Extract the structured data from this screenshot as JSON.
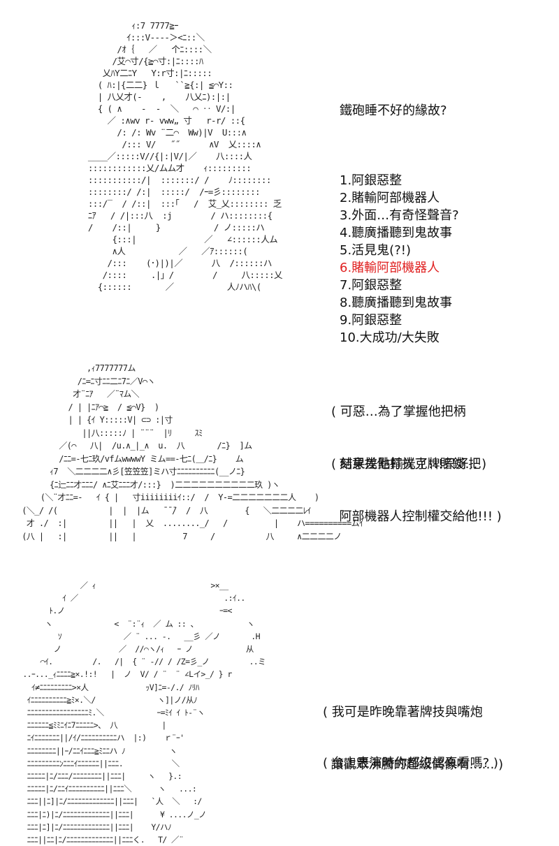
{
  "panel1": {
    "art": [
      "           ｨ:7 7777≧ｰ",
      "          ｲ:::V‐‐‐‐＞<ﾆ::＼",
      "        /ｵ｛   ／   个ﾆ::::＼",
      "       /艾⌒寸/{≧⌒寸:|ﾆ::::ﾊ",
      "     乂ﾊY二ﾆY   Y:r寸:|ﾆ:::::",
      "    ( ﾊ:|{二二} ｌ   ``≧{:| ≦⌒Y::",
      "    | 八乂才(-    ,    八乂ﾆ):|:|",
      "    { ( ∧    -  -  ＼   ⌒ ‥ V/:|",
      "      ／ :∧wv r‐ vww„ 寸   r‐r/ ::{",
      "        /: /: Wv ¨二⌒  Ww)|V  U:::∧",
      "         /::: V/   ˝˝      ∧V  乂::::∧",
      "  ____／:::::V//{|:|V/|／    八::::人",
      "  ::::::::::::乂/ムム才    ｨ:::::::::",
      "  :::::::::::/|  :::::::/ /    ﾉ::::::::",
      "  ::::::::/ /:|  :::::/  /ｰ=彡::::::::",
      "  :::/‾  / /::|  :::｢   /  艾_乂:::::::: 乏",
      "  ﾆｱ   / /|:::八  :j        / ハ::::::::{",
      "  /    /::|     }           / ノ:::::ハ",
      "       {:::|              ／   ∠::::::人ム",
      "       ∧人           ／   ／ｱ::::::(",
      "      /:::    (･)|)|／      八  /::::::ハ",
      "     /::::     .|」/        /     八:::::乂",
      "    {::::::       ／           人ﾉハﾊ\\("
    ],
    "title": "鐵砲睡不好的緣故?",
    "items": [
      "1.阿銀惡整",
      "2.賭輸阿部機器人",
      "3.外面…有奇怪聲音?",
      "4.聽廣播聽到鬼故事",
      "5.活見鬼(?!)",
      "6.賭輸阿部機器人",
      "7.阿銀惡整",
      "8.聽廣播聽到鬼故事",
      "9.阿銀惡整",
      "10.大成功/大失敗"
    ],
    "highlight_color": "#e02020"
  },
  "panel2": {
    "art": [
      "                ,ｨ7777777ム",
      "              /ﾆ=ﾆ寸ﾆﾆ二ﾆ7ﾆ／V⌒ヽ",
      "             才¨ﾆｱ   ／¨ﾏム＼",
      "            / | |ﾆｱ⌒≧  / ≦⌒V}  )",
      "            | | {ｲ Y:::::V| ⊂⊃ :|寸",
      "               ||八:::::ﾉ | ¨¨¨  |ﾘ     ｽﾐ",
      "          ／(⌒   八|  /u.∧_|_∧  u.  八       /ﾆ}  ]ム",
      "          /ﾆﾆ=‐七ﾆ玖/vfムwwwwY ミム==‐七ﾆ(＿/ﾆ}    ム",
      "        ｨ7  ＼二二二二∧彡[笠笠笠]ミハ寸ﾆﾆﾆﾆﾆﾆﾆﾆﾆﾆ(__ノﾆ}",
      "        {ﾆ辷ﾆﾆ才ﾆﾆﾆ/ ∧ﾆ艾ﾆﾆﾆ才/:::}  )二二二二二二二二二二玖 )ヽ",
      "      (＼¨才ﾆﾆ=-   ｲ { |   寸iiiiiiiiｲ::/  /  Y‐=二二二二二二二人    )",
      "  (＼_/ /(           |  |  |ム   ̄ ̄ ̄/  /  八        {   ＼二二二二ﾚｲ",
      "   才 ./  :|         ||   |  乂  ........_/   /          |    ハ==========ムｲ",
      "  (八 |   :|         ||   |          7     /           八     ∧二二二二ノ"
    ],
    "speech_a": [
      "( 可惡…為了掌握他把柄",
      "  刻意找他打撲克牌賭錢… )"
    ],
    "speech_b": [
      "( 結果差點輸光了!!!只好把",
      "  阿部機器人控制權交給他!!! )"
    ]
  },
  "panel3": {
    "art": [
      "              ／ ｨ                          >×__",
      "          ｲ ／                                 .:ｲ..",
      "       ﾄ.ノ                                   ｰ=<",
      "      ヽ              <  ¨:¨ｨ  ／ ム :: 、           ヽ",
      "         ｿ              ／ ¨ ... ‐.   __彡 ／ノ       .H",
      "        ノ             ／  //⌒ヽ/ｨ   ｰ ノ            从",
      "     ⌒ｲ.         /.   /|  { ¨ ‐// / /Z=彡_ノ         ..ミ",
      " ..ｰ..._ｨﾆﾆﾆﾆ≧×.!:!   |  ノ  V/ / ¨  ¨ ∠Lイ>_/ } r",
      "   ｲ≠ﾆﾆﾆﾆﾆﾆﾆﾆﾆ>×人             ｯV]ﾆ=‐/./ ﾉﾘﾊ",
      "  ｲﾆﾆﾆﾆﾆﾆﾆﾆﾆﾆ≧ﾐ×.＼/              ヽ]|ノ/从ﾉ",
      "  ﾆﾆﾆﾆﾆﾆﾆﾆﾆﾆﾆﾆﾆﾆﾆﾆﾆﾐ.＼            ｰ=ﾐｲ ｲ ﾄ‐¨ヽ",
      "  ﾆﾆﾆﾆﾆﾆ≦ﾐﾐﾆｲﾆ7ﾆﾆﾆﾆﾆ>、 八          |",
      "  ﾆｲﾆﾆﾆﾆﾆﾆﾆ||/ｲ/ﾆﾆﾆﾆﾆﾆﾆﾆﾆﾆハ  |:)    ｒ¨ｰ'",
      "  ﾆﾆﾆﾆﾆﾆﾆﾆ||ｰ/ﾆﾆｲﾆﾆﾆ≧ﾐﾆﾆハ ﾉ          ヽ",
      "  ﾆﾆﾆﾆﾆﾆﾆﾆﾆﾝﾆﾆﾆｲﾆﾆﾆﾆﾆﾆ||ﾆﾆﾆ.           ＼",
      "  ﾆﾆﾆﾆﾆ|ﾆ/ﾆﾆﾆ/ﾆﾆﾆﾆﾆﾆﾆﾆ||ﾆﾆﾆ|     ヽ   }.:",
      "  ﾆﾆﾆﾆﾆ|ﾆ/ﾆﾆｲﾆﾆﾆﾆﾆﾆﾆﾆﾆﾆ||ﾆﾆﾆ＼      ヽ   ...:",
      "  ﾆﾆﾆ||ﾆ]|ﾆ/ﾆﾆﾆﾆﾆﾆﾆﾆﾆﾆﾆﾆﾆ||ﾆﾆﾆ|   `人  ＼   :/",
      "  ﾆﾆﾆ|ﾆ)|ﾆ/ﾆﾆﾆﾆﾆﾆﾆﾆﾆﾆﾆﾆﾆ||ﾆﾆﾆ|      ¥ ....ノ_ノ",
      "  ﾆﾆﾆ|ﾆ]|ﾆ/ﾆﾆﾆﾆﾆﾆﾆﾆﾆﾆﾆﾆﾆ||ﾆﾆﾆ|    Y/ハﾉ",
      "  ﾆﾆﾆ||ﾆﾆ|ﾆ/ﾆﾆﾆﾆﾆﾆﾆﾆﾆﾆﾆﾆﾆ||ﾆﾆﾆく.   T/ ／¨"
    ],
    "speech_a": [
      "( 我可是昨晚靠著牌技與嘴炮",
      "  讓觀眾沸騰的超級偶像啊…… )"
    ],
    "speech_b": [
      "( 台上表演時你都沒認真看嗎? )"
    ]
  }
}
